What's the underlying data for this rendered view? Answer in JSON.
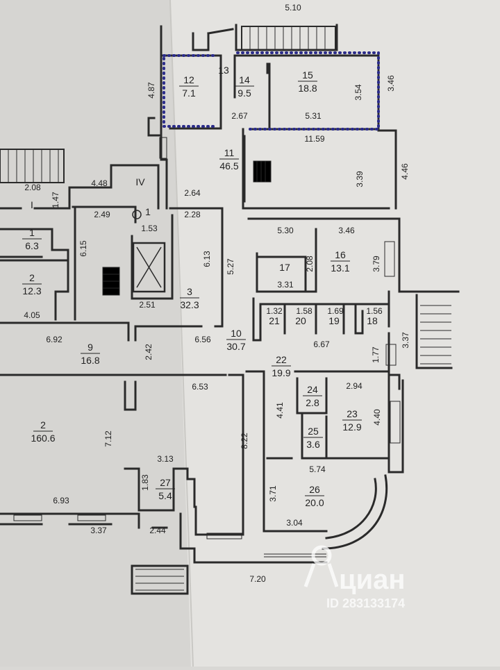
{
  "rooms": [
    {
      "id": "r12",
      "number": "12",
      "area": "7.1"
    },
    {
      "id": "r13",
      "number": "13",
      "area": ""
    },
    {
      "id": "r14",
      "number": "14",
      "area": "9.5"
    },
    {
      "id": "r15",
      "number": "15",
      "area": "18.8"
    },
    {
      "id": "r11",
      "number": "11",
      "area": "46.5"
    },
    {
      "id": "rIV",
      "number": "IV",
      "area": ""
    },
    {
      "id": "rI",
      "number": "I",
      "area": ""
    },
    {
      "id": "r1a",
      "number": "1",
      "area": "6.3"
    },
    {
      "id": "r1b",
      "number": "1",
      "area": ""
    },
    {
      "id": "r2a",
      "number": "2",
      "area": "12.3"
    },
    {
      "id": "r3",
      "number": "3",
      "area": "32.3"
    },
    {
      "id": "r16",
      "number": "16",
      "area": "13.1"
    },
    {
      "id": "r17",
      "number": "17",
      "area": ""
    },
    {
      "id": "r21",
      "number": "21",
      "area": ""
    },
    {
      "id": "r20",
      "number": "20",
      "area": ""
    },
    {
      "id": "r19",
      "number": "19",
      "area": ""
    },
    {
      "id": "r18",
      "number": "18",
      "area": ""
    },
    {
      "id": "r10",
      "number": "10",
      "area": "30.7"
    },
    {
      "id": "r9",
      "number": "9",
      "area": "16.8"
    },
    {
      "id": "r22",
      "number": "22",
      "area": "19.9"
    },
    {
      "id": "r24",
      "number": "24",
      "area": "2.8"
    },
    {
      "id": "r23",
      "number": "23",
      "area": "12.9"
    },
    {
      "id": "r25",
      "number": "25",
      "area": "3.6"
    },
    {
      "id": "r2b",
      "number": "2",
      "area": "160.6"
    },
    {
      "id": "r27",
      "number": "27",
      "area": "5.4"
    },
    {
      "id": "r26",
      "number": "26",
      "area": "20.0"
    }
  ],
  "dimensions": [
    {
      "id": "d1",
      "value": "5.10"
    },
    {
      "id": "d2",
      "value": "4.87"
    },
    {
      "id": "d3",
      "value": "3.46"
    },
    {
      "id": "d4",
      "value": "3.54"
    },
    {
      "id": "d5",
      "value": "2.67"
    },
    {
      "id": "d6",
      "value": "5.31"
    },
    {
      "id": "d7",
      "value": "11.59"
    },
    {
      "id": "d8",
      "value": "4.48"
    },
    {
      "id": "d9",
      "value": "2.08"
    },
    {
      "id": "d10",
      "value": "1.47"
    },
    {
      "id": "d11",
      "value": "2.64"
    },
    {
      "id": "d12",
      "value": "3.39"
    },
    {
      "id": "d13",
      "value": "4.46"
    },
    {
      "id": "d14",
      "value": "2.49"
    },
    {
      "id": "d15",
      "value": "2.28"
    },
    {
      "id": "d16",
      "value": "1.53"
    },
    {
      "id": "d17",
      "value": "5.30"
    },
    {
      "id": "d18",
      "value": "3.46"
    },
    {
      "id": "d19",
      "value": "6.15"
    },
    {
      "id": "d20",
      "value": "6.13"
    },
    {
      "id": "d21",
      "value": "5.27"
    },
    {
      "id": "d22",
      "value": "2.08"
    },
    {
      "id": "d23",
      "value": "3.31"
    },
    {
      "id": "d24",
      "value": "3.79"
    },
    {
      "id": "d25",
      "value": "2.51"
    },
    {
      "id": "d26",
      "value": "4.05"
    },
    {
      "id": "d27",
      "value": "1.32"
    },
    {
      "id": "d28",
      "value": "1.58"
    },
    {
      "id": "d29",
      "value": "1.69"
    },
    {
      "id": "d30",
      "value": "1.56"
    },
    {
      "id": "d31",
      "value": "6.92"
    },
    {
      "id": "d32",
      "value": "2.42"
    },
    {
      "id": "d33",
      "value": "6.56"
    },
    {
      "id": "d34",
      "value": "6.67"
    },
    {
      "id": "d35",
      "value": "3.37"
    },
    {
      "id": "d36",
      "value": "1.77"
    },
    {
      "id": "d37",
      "value": "2.94"
    },
    {
      "id": "d38",
      "value": "6.53"
    },
    {
      "id": "d39",
      "value": "4.41"
    },
    {
      "id": "d40",
      "value": "4.40"
    },
    {
      "id": "d41",
      "value": "7.12"
    },
    {
      "id": "d42",
      "value": "8.22"
    },
    {
      "id": "d43",
      "value": "5.74"
    },
    {
      "id": "d44",
      "value": "3.13"
    },
    {
      "id": "d45",
      "value": "1.83"
    },
    {
      "id": "d46",
      "value": "3.71"
    },
    {
      "id": "d47",
      "value": "6.93"
    },
    {
      "id": "d48",
      "value": "3.37"
    },
    {
      "id": "d49",
      "value": "2.44"
    },
    {
      "id": "d50",
      "value": "3.04"
    },
    {
      "id": "d51",
      "value": "7.20"
    }
  ],
  "watermark": {
    "brand": "циан",
    "id_text": "ID 283133174"
  }
}
